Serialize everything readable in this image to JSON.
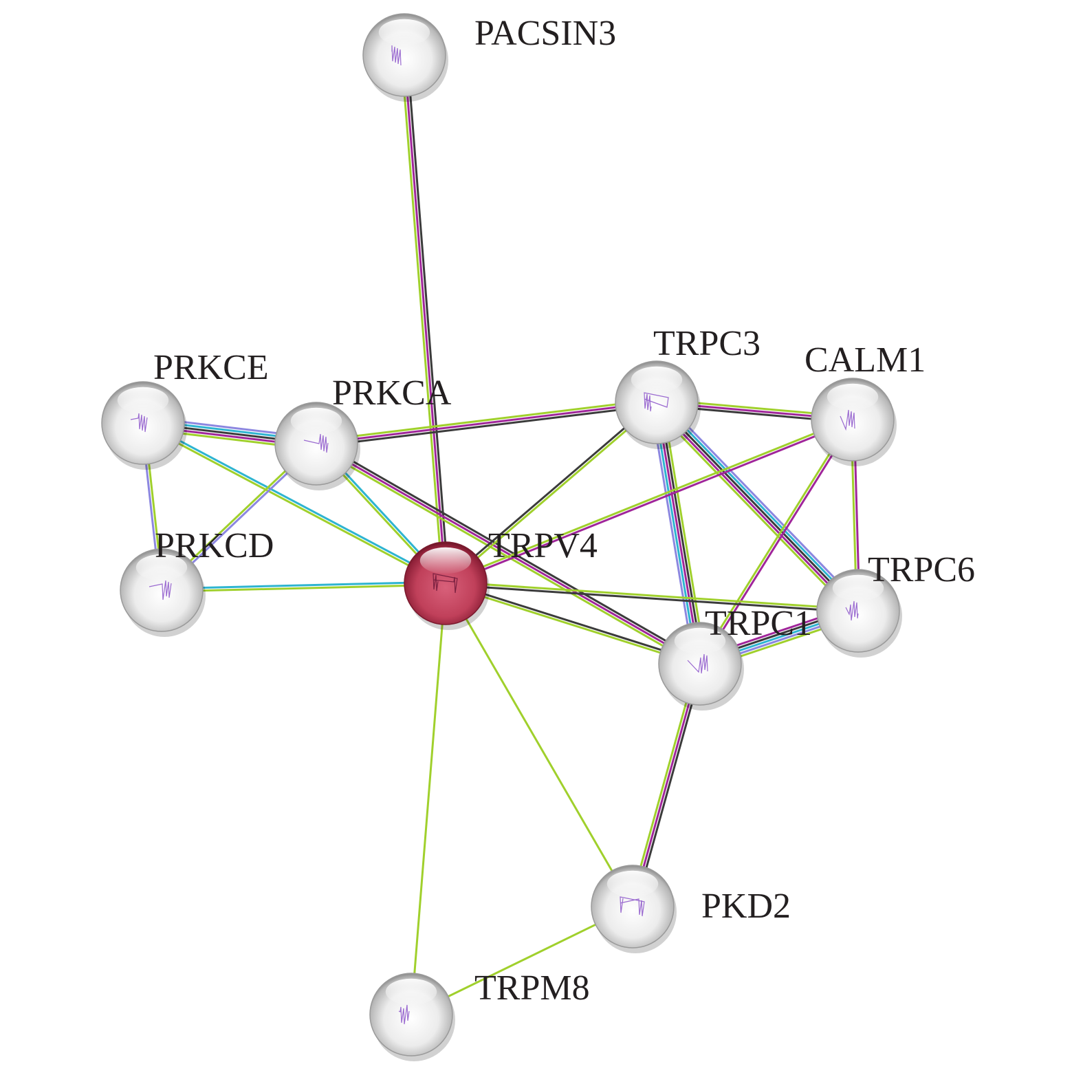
{
  "colors": {
    "textmining": "#a0d02c",
    "coexpression": "#3b3b3b",
    "experiments": "#a0269a",
    "database": "#2eb4d0",
    "cooccurrence": "#8c87e0",
    "query_node": "#c0405a",
    "node": "#e6e6e6"
  },
  "nodes": [
    {
      "id": "PACSIN3",
      "label": "PACSIN3"
    },
    {
      "id": "PRKCE",
      "label": "PRKCE"
    },
    {
      "id": "PRKCA",
      "label": "PRKCA"
    },
    {
      "id": "TRPC3",
      "label": "TRPC3"
    },
    {
      "id": "CALM1",
      "label": "CALM1"
    },
    {
      "id": "PRKCD",
      "label": "PRKCD"
    },
    {
      "id": "TRPV4",
      "label": "TRPV4",
      "query": true
    },
    {
      "id": "TRPC6",
      "label": "TRPC6"
    },
    {
      "id": "TRPC1",
      "label": "TRPC1"
    },
    {
      "id": "PKD2",
      "label": "PKD2"
    },
    {
      "id": "TRPM8",
      "label": "TRPM8"
    }
  ],
  "edges": [
    {
      "a": "PACSIN3",
      "b": "TRPV4",
      "ev": [
        "coexpression",
        "experiments",
        "textmining"
      ]
    },
    {
      "a": "PRKCE",
      "b": "PRKCA",
      "ev": [
        "cooccurrence",
        "database",
        "coexpression",
        "experiments",
        "textmining"
      ]
    },
    {
      "a": "PRKCE",
      "b": "PRKCD",
      "ev": [
        "textmining",
        "cooccurrence"
      ]
    },
    {
      "a": "PRKCE",
      "b": "TRPV4",
      "ev": [
        "database",
        "textmining"
      ]
    },
    {
      "a": "PRKCA",
      "b": "PRKCD",
      "ev": [
        "cooccurrence",
        "textmining"
      ]
    },
    {
      "a": "PRKCA",
      "b": "TRPV4",
      "ev": [
        "database",
        "textmining"
      ]
    },
    {
      "a": "PRKCA",
      "b": "TRPC3",
      "ev": [
        "textmining",
        "experiments",
        "coexpression"
      ]
    },
    {
      "a": "PRKCA",
      "b": "TRPC1",
      "ev": [
        "coexpression",
        "experiments",
        "textmining"
      ]
    },
    {
      "a": "PRKCD",
      "b": "TRPV4",
      "ev": [
        "database",
        "textmining"
      ]
    },
    {
      "a": "TRPC3",
      "b": "TRPV4",
      "ev": [
        "textmining",
        "coexpression"
      ]
    },
    {
      "a": "TRPC3",
      "b": "CALM1",
      "ev": [
        "textmining",
        "experiments",
        "coexpression"
      ]
    },
    {
      "a": "TRPC3",
      "b": "TRPC1",
      "ev": [
        "textmining",
        "coexpression",
        "experiments",
        "database",
        "cooccurrence"
      ]
    },
    {
      "a": "TRPC3",
      "b": "TRPC6",
      "ev": [
        "cooccurrence",
        "database",
        "coexpression",
        "experiments",
        "textmining"
      ]
    },
    {
      "a": "CALM1",
      "b": "TRPV4",
      "ev": [
        "experiments",
        "textmining"
      ]
    },
    {
      "a": "CALM1",
      "b": "TRPC1",
      "ev": [
        "experiments",
        "textmining"
      ]
    },
    {
      "a": "CALM1",
      "b": "TRPC6",
      "ev": [
        "experiments",
        "textmining"
      ]
    },
    {
      "a": "TRPV4",
      "b": "TRPC1",
      "ev": [
        "coexpression",
        "textmining"
      ]
    },
    {
      "a": "TRPV4",
      "b": "TRPC6",
      "ev": [
        "textmining",
        "coexpression"
      ]
    },
    {
      "a": "TRPV4",
      "b": "PKD2",
      "ev": [
        "textmining"
      ]
    },
    {
      "a": "TRPV4",
      "b": "TRPM8",
      "ev": [
        "textmining"
      ]
    },
    {
      "a": "TRPC1",
      "b": "TRPC6",
      "ev": [
        "experiments",
        "coexpression",
        "database",
        "cooccurrence",
        "textmining"
      ]
    },
    {
      "a": "TRPC1",
      "b": "PKD2",
      "ev": [
        "coexpression",
        "experiments",
        "textmining"
      ]
    },
    {
      "a": "PKD2",
      "b": "TRPM8",
      "ev": [
        "textmining"
      ]
    }
  ]
}
